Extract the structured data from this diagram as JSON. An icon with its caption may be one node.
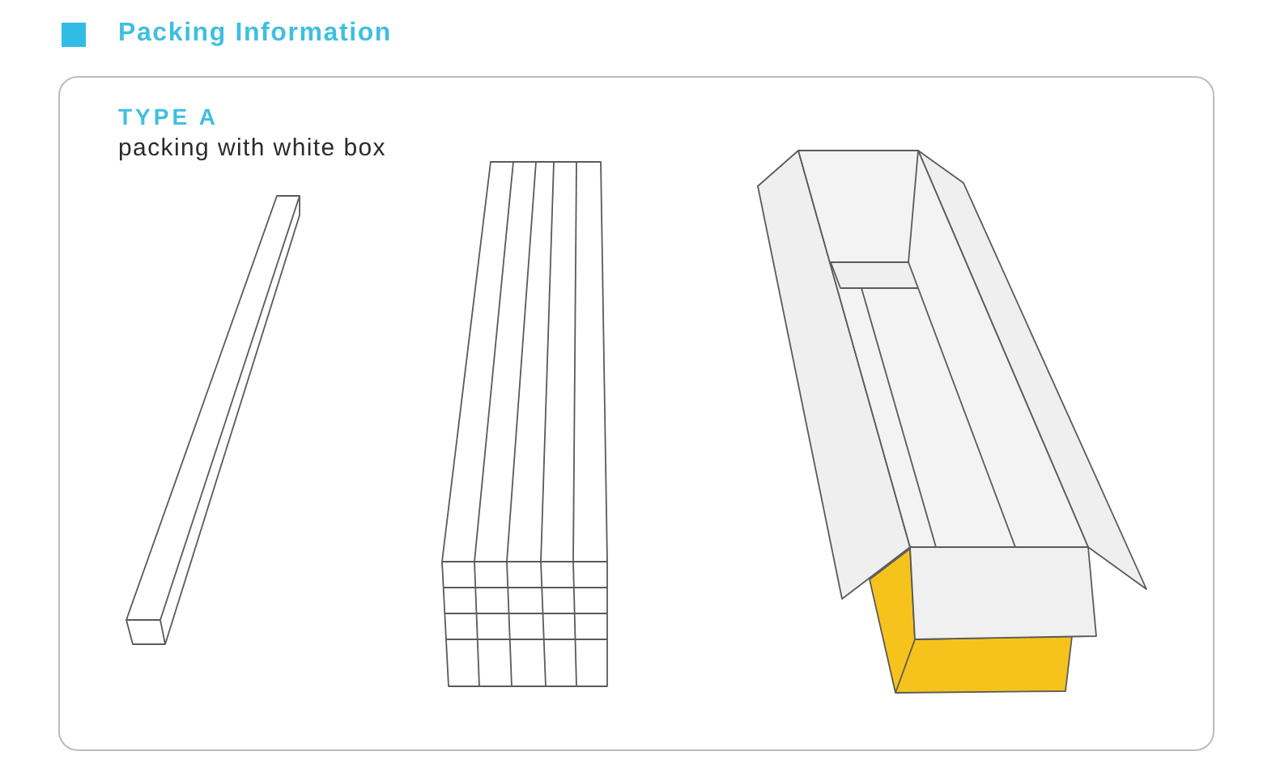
{
  "diagram": {
    "title": "Packing Information",
    "nodes": [
      {
        "text": [
          "TYPE A",
          "packing with white box"
        ]
      }
    ]
  }
}
